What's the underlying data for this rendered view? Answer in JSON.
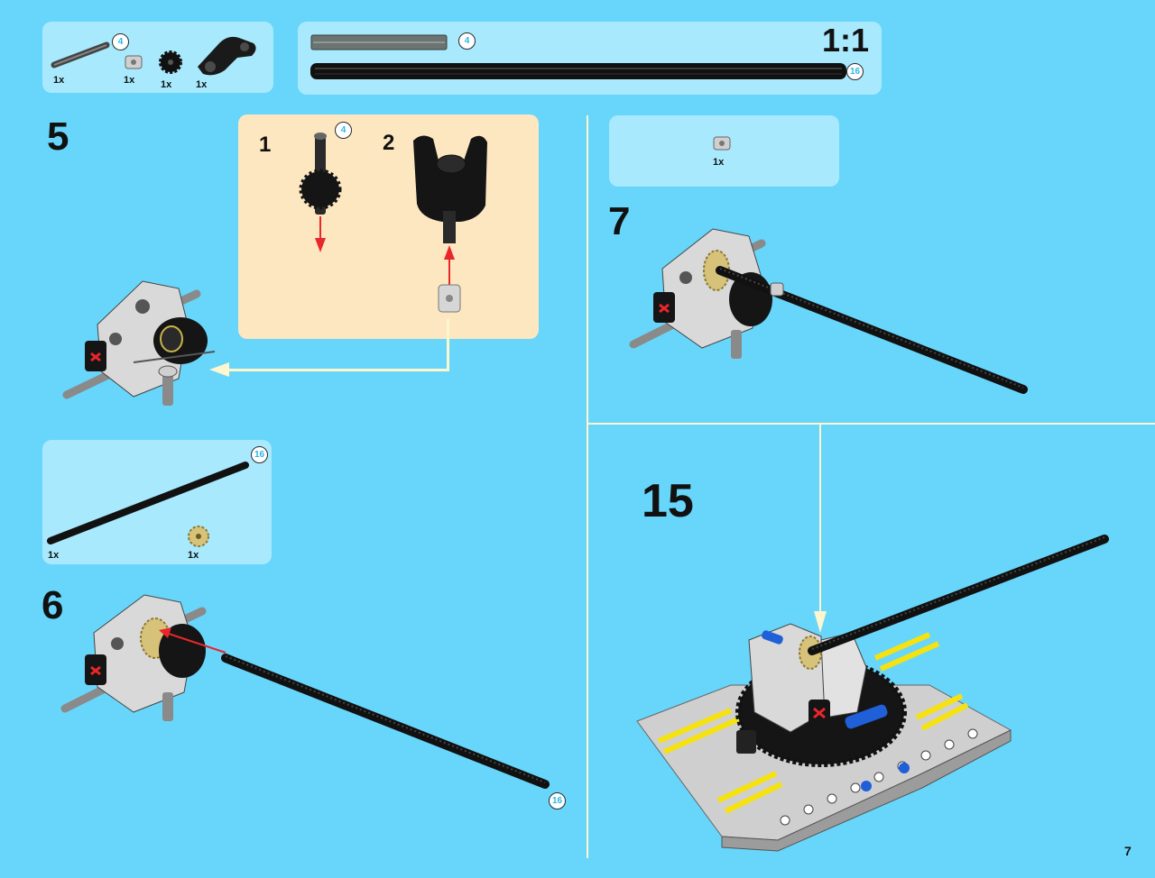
{
  "page_number": "7",
  "parts_list_top": {
    "items": [
      {
        "qty": "1x",
        "badge": "4",
        "icon": "technic-axle-4-icon"
      },
      {
        "qty": "1x",
        "icon": "technic-bush-icon"
      },
      {
        "qty": "1x",
        "icon": "gear-8-tooth-icon"
      },
      {
        "qty": "1x",
        "icon": "axle-connector-arm-icon"
      }
    ]
  },
  "scale_panel": {
    "label": "1:1",
    "axle_4_badge": "4",
    "axle_16_badge": "16"
  },
  "step5": {
    "number": "5",
    "substep1": "1",
    "substep1_badge": "4",
    "substep2": "2"
  },
  "parts_list_step6": {
    "items": [
      {
        "qty": "1x",
        "badge": "16",
        "icon": "technic-axle-16-icon"
      },
      {
        "qty": "1x",
        "icon": "tan-gear-icon"
      }
    ]
  },
  "step6": {
    "number": "6",
    "axle_badge": "16"
  },
  "parts_list_step7": {
    "items": [
      {
        "qty": "1x",
        "icon": "technic-bush-icon"
      }
    ]
  },
  "step7": {
    "number": "7"
  },
  "step15": {
    "number": "15"
  },
  "colors": {
    "background": "#67d6fa",
    "panel": "#a8e9fd",
    "subpanel": "#fde7c0",
    "arrow_red": "#e8262b",
    "callout_line": "#fef6cf",
    "yellow": "#f5e20f",
    "blue": "#1f5fd8"
  }
}
